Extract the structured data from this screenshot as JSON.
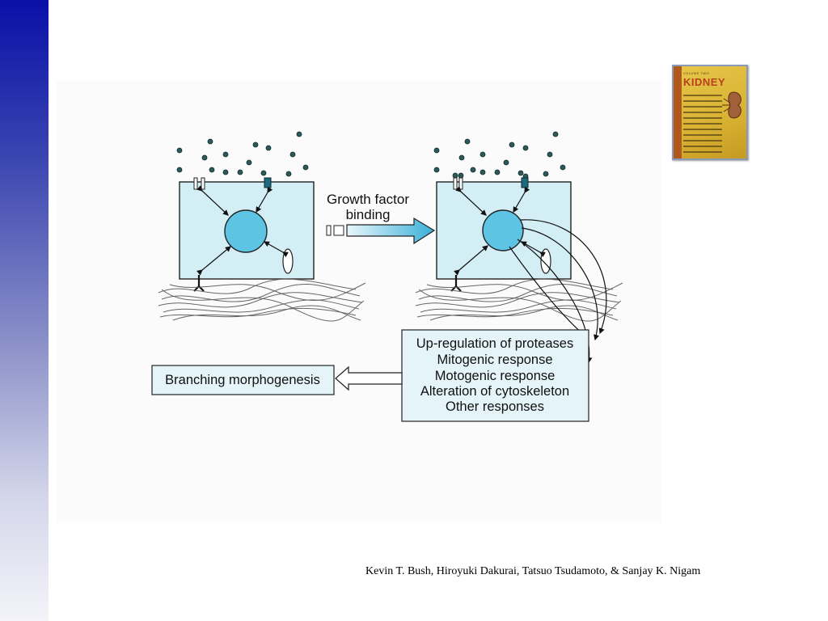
{
  "diagram": {
    "arrow_label_line1": "Growth factor",
    "arrow_label_line2": "binding",
    "responses": [
      "Up-regulation of proteases",
      "Mitogenic response",
      "Motogenic response",
      "Alteration of cytoskeleton",
      "Other responses"
    ],
    "outcome": "Branching morphogenesis"
  },
  "book_cover": {
    "volume_text": "VOLUME TWO",
    "title": "KIDNEY"
  },
  "credit": "Kevin T. Bush, Hiroyuki Dakurai, Tatsuo Tsudamoto, & Sanjay K. Nigam",
  "colors": {
    "sidebar_top": "#0a10a8",
    "cell_fill": "#d4eef6",
    "nucleus_fill": "#5ec4e4",
    "growth_factor": "#2c5a58",
    "receptor": "#1e6a7c"
  }
}
